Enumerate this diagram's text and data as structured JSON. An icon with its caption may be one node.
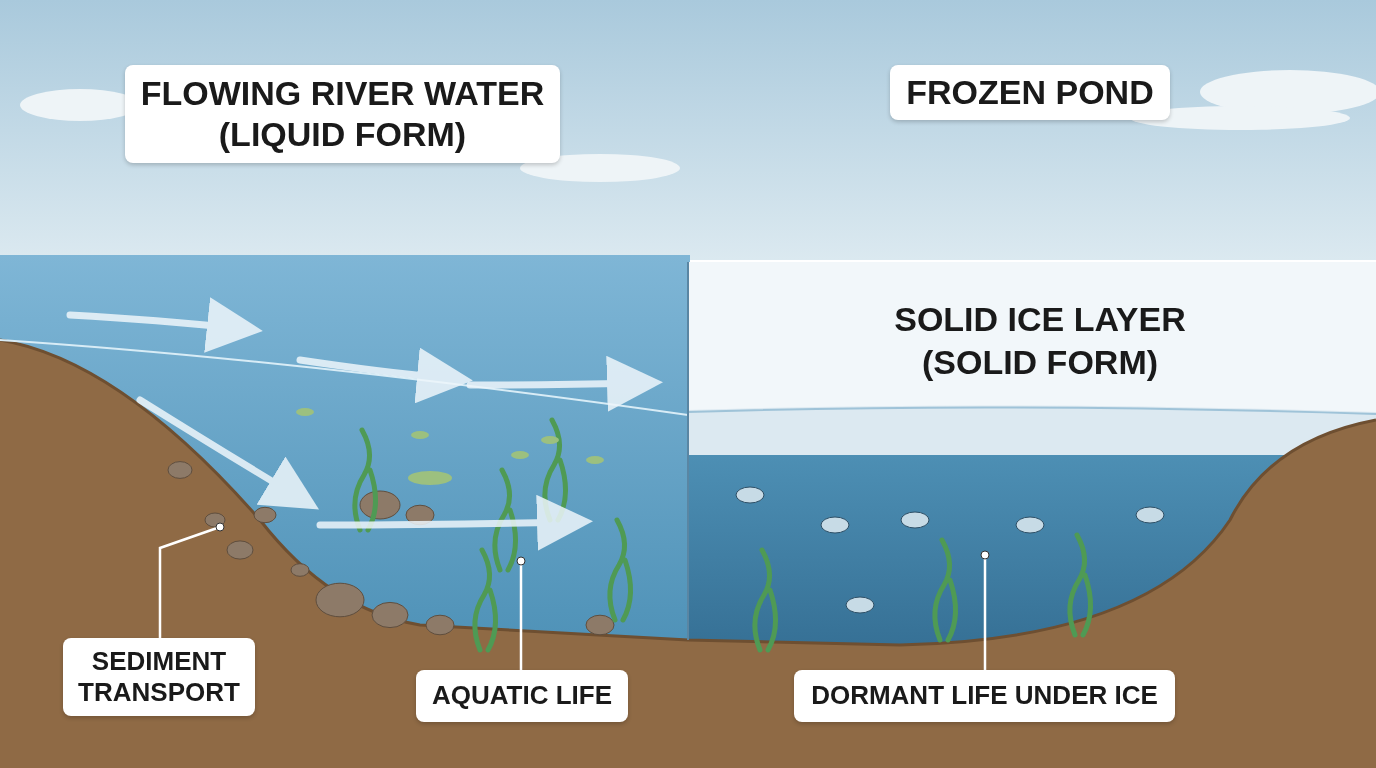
{
  "diagram": {
    "nodes": [
      {
        "text": [
          "FLOWING RIVER WATER (LIQUID FORM)"
        ]
      },
      {
        "text": [
          "FROZEN POND"
        ]
      },
      {
        "text": [
          "SEDIMENT TRANSPORT"
        ]
      },
      {
        "text": [
          "AQUATIC LIFE"
        ]
      },
      {
        "text": [
          "DORMANT LIFE UNDER ICE"
        ]
      }
    ],
    "edges": [
      {
        "from": 2,
        "to": null,
        "arrow": "other"
      },
      {
        "from": 3,
        "to": null,
        "arrow": "other"
      },
      {
        "from": 4,
        "to": null,
        "arrow": "other"
      }
    ],
    "labels": [
      "SOLID ICE LAYER (SOLID FORM)"
    ]
  }
}
